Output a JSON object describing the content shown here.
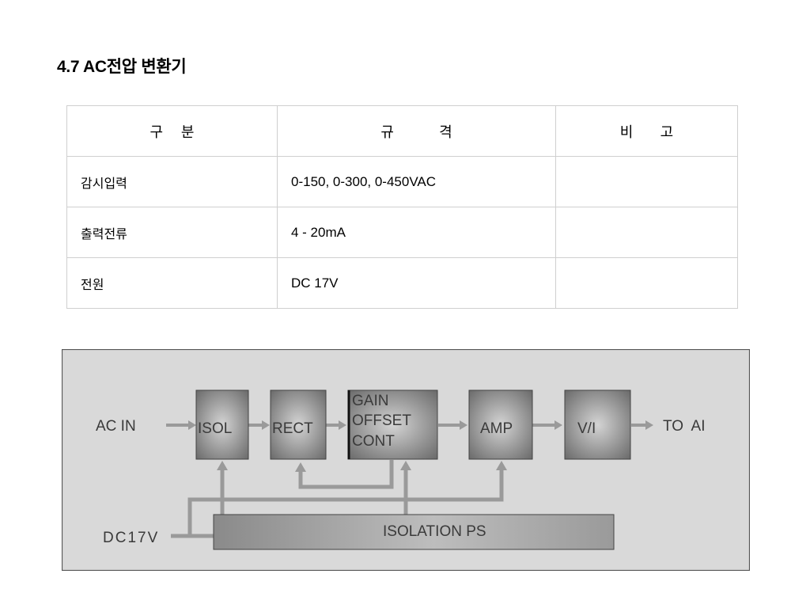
{
  "title": "4.7 AC전압 변환기",
  "table": {
    "headers": [
      "구    분",
      "규          격",
      "비      고"
    ],
    "rows": [
      [
        "감시입력",
        "0-150, 0-300, 0-450VAC",
        ""
      ],
      [
        "출력전류",
        "4 - 20mA",
        ""
      ],
      [
        "전원",
        "DC 17V",
        ""
      ]
    ]
  },
  "diagram": {
    "input_label": "AC IN",
    "power_label": "DC17V",
    "output_label": "TO  AI",
    "blocks": {
      "isol": "ISOL",
      "rect": "RECT",
      "gain_line1": "GAIN",
      "gain_line2": "OFFSET",
      "gain_line3": "CONT",
      "amp": "AMP",
      "vi": "V/I",
      "ps": "ISOLATION PS"
    },
    "colors": {
      "panel": "#d9d9d9",
      "arrow": "#9a9a9a",
      "block_center": "#d4d4d4",
      "block_edge": "#6a6a6a",
      "text": "#3a3a3a"
    }
  }
}
